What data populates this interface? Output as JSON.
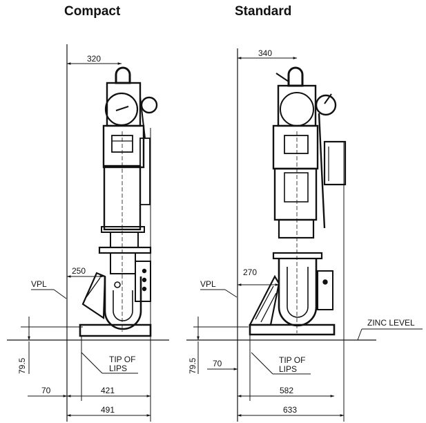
{
  "panels": [
    {
      "title": "Compact",
      "dims": {
        "top": "320",
        "mid": "250",
        "height": "79.5",
        "offset": "70",
        "inner": "421",
        "outer": "491"
      },
      "labels": {
        "vpl": "VPL",
        "tip_line1": "TIP OF",
        "tip_line2": "LIPS"
      }
    },
    {
      "title": "Standard",
      "dims": {
        "top": "340",
        "mid": "270",
        "height": "79.5",
        "offset": "70",
        "inner": "582",
        "outer": "633"
      },
      "labels": {
        "vpl": "VPL",
        "tip_line1": "TIP OF",
        "tip_line2": "LIPS"
      }
    }
  ],
  "zinc_level": "ZINC LEVEL",
  "colors": {
    "line": "#111111",
    "background": "#ffffff"
  }
}
